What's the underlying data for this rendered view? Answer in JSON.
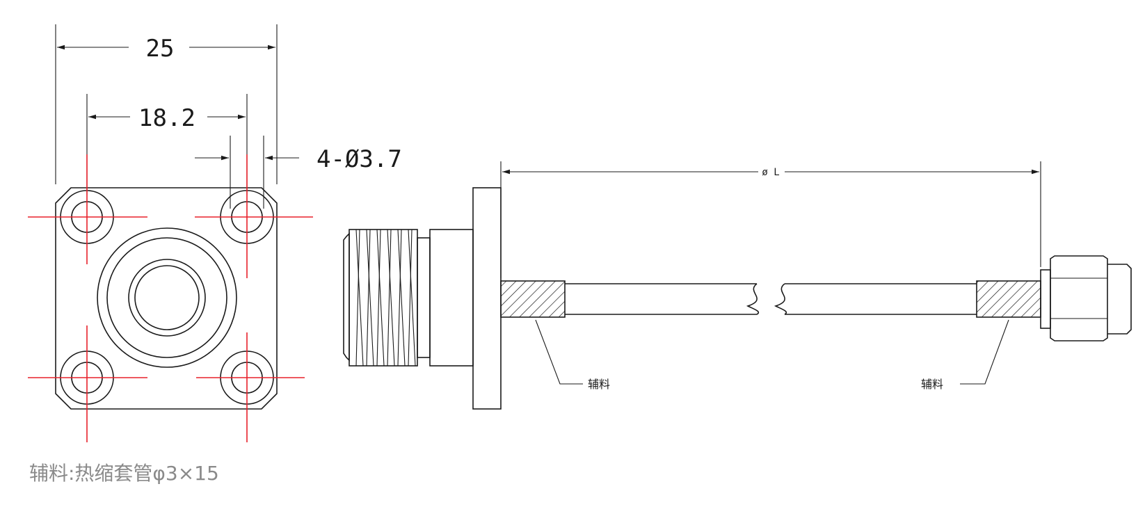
{
  "dimensions": {
    "width_label": "25",
    "hole_spacing_label": "18.2",
    "hole_label": "4-Ø3.7",
    "length_label": "ø L"
  },
  "callouts": {
    "left_label": "辅料",
    "right_label": "辅料"
  },
  "note": "辅料:热缩套管φ3×15",
  "colors": {
    "line": "#1a1a1a",
    "centerline": "#e8202a",
    "note": "#8a8a8a"
  }
}
